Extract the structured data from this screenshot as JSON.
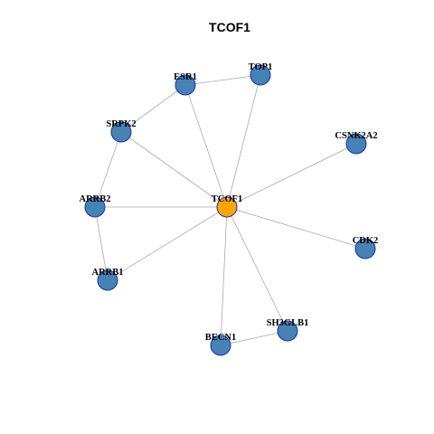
{
  "title": "TCOF1",
  "colors": {
    "hub": "#ffa500",
    "node": "#4682b4",
    "node_border": "#1a2fb8",
    "edge": "#aaaaaa"
  },
  "network": {
    "nodes": [
      {
        "id": "TCOF1",
        "label": "TCOF1",
        "hub": true
      },
      {
        "id": "ESR1",
        "label": "ESR1"
      },
      {
        "id": "TOP1",
        "label": "TOP1"
      },
      {
        "id": "SRPK2",
        "label": "SRPK2"
      },
      {
        "id": "CSNK2A2",
        "label": "CSNK2A2"
      },
      {
        "id": "ARRB2",
        "label": "ARRB2"
      },
      {
        "id": "CDK2",
        "label": "CDK2"
      },
      {
        "id": "ARRB1",
        "label": "ARRB1"
      },
      {
        "id": "SH3GLB1",
        "label": "SH3GLB1"
      },
      {
        "id": "BECN1",
        "label": "BECN1"
      }
    ],
    "edges": [
      [
        "TCOF1",
        "ESR1"
      ],
      [
        "TCOF1",
        "TOP1"
      ],
      [
        "TCOF1",
        "SRPK2"
      ],
      [
        "TCOF1",
        "CSNK2A2"
      ],
      [
        "TCOF1",
        "ARRB2"
      ],
      [
        "TCOF1",
        "CDK2"
      ],
      [
        "TCOF1",
        "ARRB1"
      ],
      [
        "TCOF1",
        "SH3GLB1"
      ],
      [
        "TCOF1",
        "BECN1"
      ],
      [
        "ESR1",
        "TOP1"
      ],
      [
        "ESR1",
        "SRPK2"
      ],
      [
        "SRPK2",
        "ARRB2"
      ],
      [
        "ARRB2",
        "ARRB1"
      ],
      [
        "SH3GLB1",
        "BECN1"
      ]
    ]
  }
}
